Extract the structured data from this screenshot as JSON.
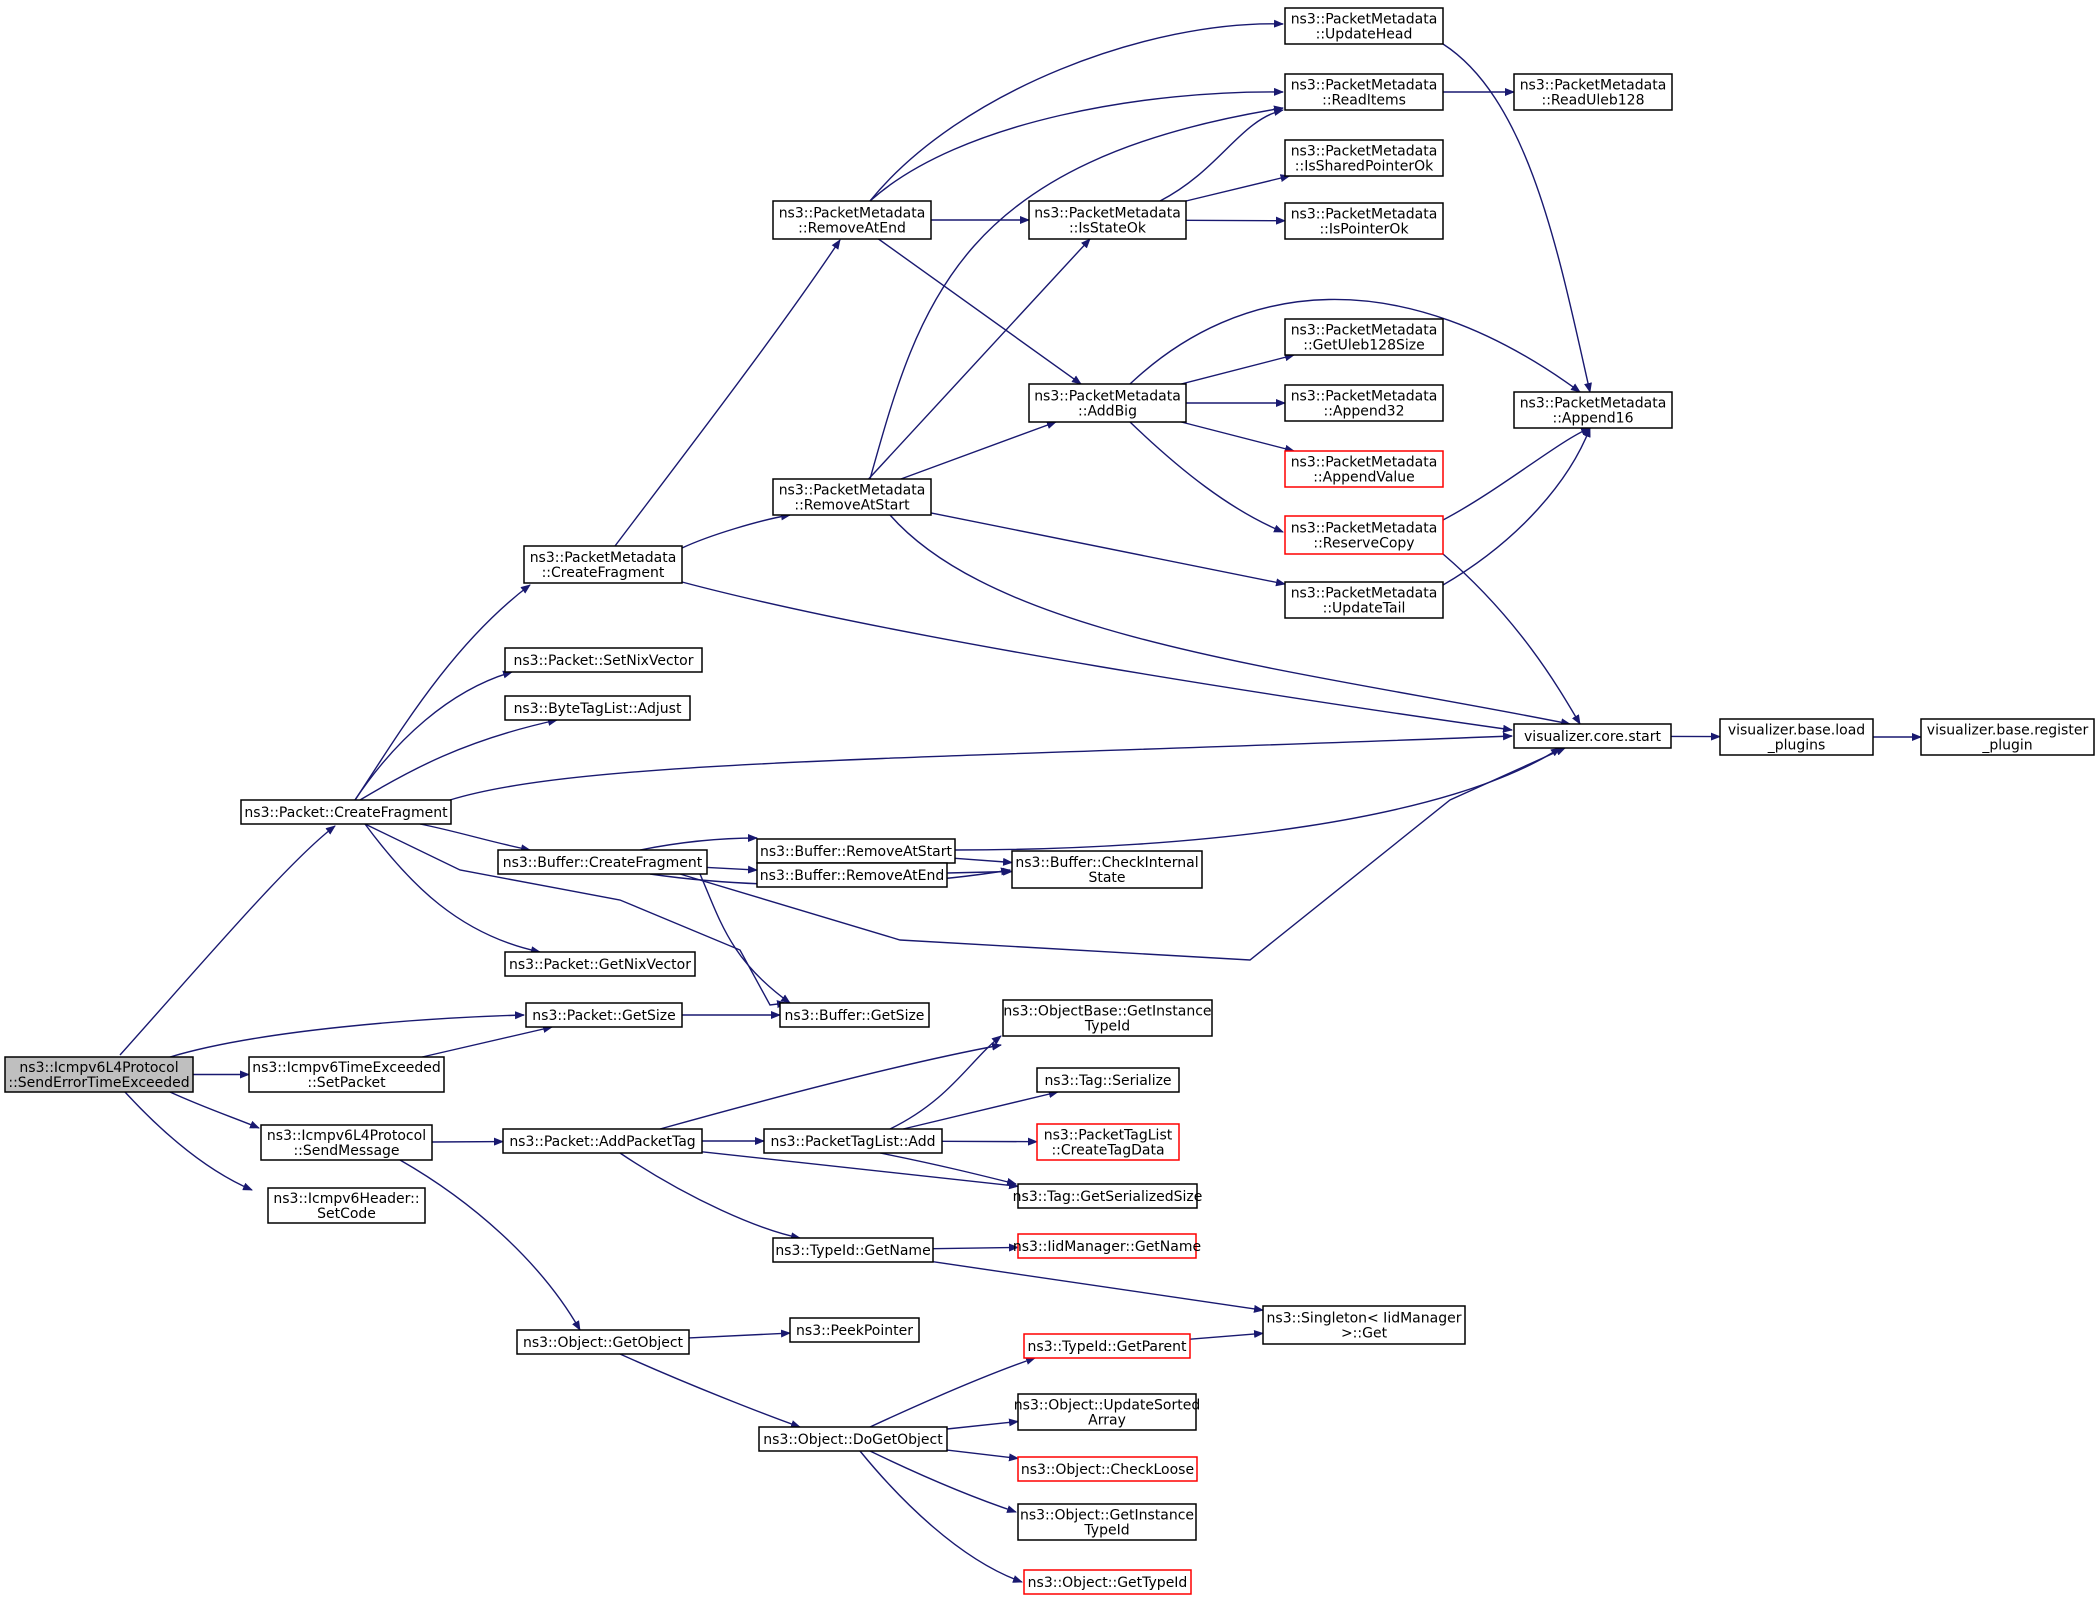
{
  "graph": {
    "edge_color": "#191970",
    "root_fill": "#bfbfbf",
    "truncated_border_color": "#ff0000",
    "nodes": [
      {
        "id": "root",
        "lines": [
          "ns3::Icmpv6L4Protocol",
          "::SendErrorTimeExceeded"
        ],
        "style": "root"
      },
      {
        "id": "pkt_createfrag",
        "lines": [
          "ns3::Packet::CreateFragment"
        ]
      },
      {
        "id": "pkt_getsize",
        "lines": [
          "ns3::Packet::GetSize"
        ]
      },
      {
        "id": "te_setpacket",
        "lines": [
          "ns3::Icmpv6TimeExceeded",
          "::SetPacket"
        ]
      },
      {
        "id": "sendmessage",
        "lines": [
          "ns3::Icmpv6L4Protocol",
          "::SendMessage"
        ]
      },
      {
        "id": "setcode",
        "lines": [
          "ns3::Icmpv6Header::",
          "SetCode"
        ]
      },
      {
        "id": "pm_createfrag",
        "lines": [
          "ns3::PacketMetadata",
          "::CreateFragment"
        ]
      },
      {
        "id": "setnix",
        "lines": [
          "ns3::Packet::SetNixVector"
        ]
      },
      {
        "id": "btl_adjust",
        "lines": [
          "ns3::ByteTagList::Adjust"
        ]
      },
      {
        "id": "buf_createfrag",
        "lines": [
          "ns3::Buffer::CreateFragment"
        ]
      },
      {
        "id": "getnix",
        "lines": [
          "ns3::Packet::GetNixVector"
        ]
      },
      {
        "id": "buf_getsize",
        "lines": [
          "ns3::Buffer::GetSize"
        ]
      },
      {
        "id": "addpackettag",
        "lines": [
          "ns3::Packet::AddPacketTag"
        ]
      },
      {
        "id": "getobject",
        "lines": [
          "ns3::Object::GetObject"
        ]
      },
      {
        "id": "removeatend_pm",
        "lines": [
          "ns3::PacketMetadata",
          "::RemoveAtEnd"
        ]
      },
      {
        "id": "removeatstart_pm",
        "lines": [
          "ns3::PacketMetadata",
          "::RemoveAtStart"
        ]
      },
      {
        "id": "buf_removeatstart",
        "lines": [
          "ns3::Buffer::RemoveAtStart"
        ]
      },
      {
        "id": "buf_removeatend",
        "lines": [
          "ns3::Buffer::RemoveAtEnd"
        ]
      },
      {
        "id": "ptl_add",
        "lines": [
          "ns3::PacketTagList::Add"
        ]
      },
      {
        "id": "typeid_getname",
        "lines": [
          "ns3::TypeId::GetName"
        ]
      },
      {
        "id": "peekpointer",
        "lines": [
          "ns3::PeekPointer"
        ]
      },
      {
        "id": "dogetobject",
        "lines": [
          "ns3::Object::DoGetObject"
        ]
      },
      {
        "id": "isstateok",
        "lines": [
          "ns3::PacketMetadata",
          "::IsStateOk"
        ]
      },
      {
        "id": "addbig",
        "lines": [
          "ns3::PacketMetadata",
          "::AddBig"
        ]
      },
      {
        "id": "buf_checkinternal",
        "lines": [
          "ns3::Buffer::CheckInternal",
          "State"
        ]
      },
      {
        "id": "ob_getinstance",
        "lines": [
          "ns3::ObjectBase::GetInstance",
          "TypeId"
        ]
      },
      {
        "id": "tag_serialize",
        "lines": [
          "ns3::Tag::Serialize"
        ]
      },
      {
        "id": "ptl_createtagdata",
        "lines": [
          "ns3::PacketTagList",
          "::CreateTagData"
        ],
        "style": "truncated"
      },
      {
        "id": "tag_getsersize",
        "lines": [
          "ns3::Tag::GetSerializedSize"
        ]
      },
      {
        "id": "iid_getname",
        "lines": [
          "ns3::IidManager::GetName"
        ],
        "style": "truncated"
      },
      {
        "id": "typeid_getparent",
        "lines": [
          "ns3::TypeId::GetParent"
        ],
        "style": "truncated"
      },
      {
        "id": "obj_updatesorted",
        "lines": [
          "ns3::Object::UpdateSorted",
          "Array"
        ]
      },
      {
        "id": "obj_checkloose",
        "lines": [
          "ns3::Object::CheckLoose"
        ],
        "style": "truncated"
      },
      {
        "id": "obj_getinstance",
        "lines": [
          "ns3::Object::GetInstance",
          "TypeId"
        ]
      },
      {
        "id": "obj_gettypeid",
        "lines": [
          "ns3::Object::GetTypeId"
        ],
        "style": "truncated"
      },
      {
        "id": "updatehead",
        "lines": [
          "ns3::PacketMetadata",
          "::UpdateHead"
        ]
      },
      {
        "id": "readitems",
        "lines": [
          "ns3::PacketMetadata",
          "::ReadItems"
        ]
      },
      {
        "id": "issharedpointerok",
        "lines": [
          "ns3::PacketMetadata",
          "::IsSharedPointerOk"
        ]
      },
      {
        "id": "ispointerok",
        "lines": [
          "ns3::PacketMetadata",
          "::IsPointerOk"
        ]
      },
      {
        "id": "getuleb128size",
        "lines": [
          "ns3::PacketMetadata",
          "::GetUleb128Size"
        ]
      },
      {
        "id": "append32",
        "lines": [
          "ns3::PacketMetadata",
          "::Append32"
        ]
      },
      {
        "id": "appendvalue",
        "lines": [
          "ns3::PacketMetadata",
          "::AppendValue"
        ],
        "style": "truncated"
      },
      {
        "id": "reservecopy",
        "lines": [
          "ns3::PacketMetadata",
          "::ReserveCopy"
        ],
        "style": "truncated"
      },
      {
        "id": "updatetail",
        "lines": [
          "ns3::PacketMetadata",
          "::UpdateTail"
        ]
      },
      {
        "id": "singleton_get",
        "lines": [
          "ns3::Singleton< IidManager",
          " >::Get"
        ]
      },
      {
        "id": "readuleb128",
        "lines": [
          "ns3::PacketMetadata",
          "::ReadUleb128"
        ]
      },
      {
        "id": "append16",
        "lines": [
          "ns3::PacketMetadata",
          "::Append16"
        ]
      },
      {
        "id": "vis_core_start",
        "lines": [
          "visualizer.core.start"
        ]
      },
      {
        "id": "vis_load_plugins",
        "lines": [
          "visualizer.base.load",
          "_plugins"
        ]
      },
      {
        "id": "vis_register_plugin",
        "lines": [
          "visualizer.base.register",
          "_plugin"
        ]
      }
    ],
    "edges": [
      {
        "from": "root",
        "to": "pkt_createfrag"
      },
      {
        "from": "root",
        "to": "pkt_getsize"
      },
      {
        "from": "root",
        "to": "te_setpacket"
      },
      {
        "from": "root",
        "to": "sendmessage"
      },
      {
        "from": "root",
        "to": "setcode"
      },
      {
        "from": "pkt_createfrag",
        "to": "pm_createfrag"
      },
      {
        "from": "pkt_createfrag",
        "to": "setnix"
      },
      {
        "from": "pkt_createfrag",
        "to": "btl_adjust"
      },
      {
        "from": "pkt_createfrag",
        "to": "vis_core_start"
      },
      {
        "from": "pkt_createfrag",
        "to": "buf_createfrag"
      },
      {
        "from": "pkt_createfrag",
        "to": "getnix"
      },
      {
        "from": "pkt_createfrag",
        "to": "buf_getsize"
      },
      {
        "from": "pkt_getsize",
        "to": "buf_getsize"
      },
      {
        "from": "te_setpacket",
        "to": "pkt_getsize"
      },
      {
        "from": "sendmessage",
        "to": "addpackettag"
      },
      {
        "from": "sendmessage",
        "to": "getobject"
      },
      {
        "from": "pm_createfrag",
        "to": "removeatend_pm"
      },
      {
        "from": "pm_createfrag",
        "to": "removeatstart_pm"
      },
      {
        "from": "pm_createfrag",
        "to": "vis_core_start"
      },
      {
        "from": "buf_createfrag",
        "to": "buf_removeatstart"
      },
      {
        "from": "buf_createfrag",
        "to": "buf_removeatend"
      },
      {
        "from": "buf_createfrag",
        "to": "buf_checkinternal"
      },
      {
        "from": "buf_createfrag",
        "to": "vis_core_start"
      },
      {
        "from": "buf_createfrag",
        "to": "buf_getsize"
      },
      {
        "from": "removeatend_pm",
        "to": "updatehead"
      },
      {
        "from": "removeatend_pm",
        "to": "readitems"
      },
      {
        "from": "removeatend_pm",
        "to": "isstateok"
      },
      {
        "from": "removeatend_pm",
        "to": "addbig"
      },
      {
        "from": "removeatstart_pm",
        "to": "readitems"
      },
      {
        "from": "removeatstart_pm",
        "to": "isstateok"
      },
      {
        "from": "removeatstart_pm",
        "to": "addbig"
      },
      {
        "from": "removeatstart_pm",
        "to": "updatetail"
      },
      {
        "from": "removeatstart_pm",
        "to": "vis_core_start"
      },
      {
        "from": "buf_removeatstart",
        "to": "vis_core_start"
      },
      {
        "from": "buf_removeatstart",
        "to": "buf_checkinternal"
      },
      {
        "from": "buf_removeatend",
        "to": "buf_checkinternal"
      },
      {
        "from": "isstateok",
        "to": "readitems"
      },
      {
        "from": "isstateok",
        "to": "issharedpointerok"
      },
      {
        "from": "isstateok",
        "to": "ispointerok"
      },
      {
        "from": "addbig",
        "to": "append16"
      },
      {
        "from": "addbig",
        "to": "getuleb128size"
      },
      {
        "from": "addbig",
        "to": "append32"
      },
      {
        "from": "addbig",
        "to": "appendvalue"
      },
      {
        "from": "addbig",
        "to": "reservecopy"
      },
      {
        "from": "readitems",
        "to": "readuleb128"
      },
      {
        "from": "updatehead",
        "to": "append16"
      },
      {
        "from": "reservecopy",
        "to": "append16"
      },
      {
        "from": "reservecopy",
        "to": "vis_core_start"
      },
      {
        "from": "updatetail",
        "to": "append16"
      },
      {
        "from": "vis_core_start",
        "to": "vis_load_plugins"
      },
      {
        "from": "vis_load_plugins",
        "to": "vis_register_plugin"
      },
      {
        "from": "addpackettag",
        "to": "ob_getinstance"
      },
      {
        "from": "addpackettag",
        "to": "ptl_add"
      },
      {
        "from": "addpackettag",
        "to": "tag_getsersize"
      },
      {
        "from": "addpackettag",
        "to": "typeid_getname"
      },
      {
        "from": "ptl_add",
        "to": "ob_getinstance"
      },
      {
        "from": "ptl_add",
        "to": "tag_serialize"
      },
      {
        "from": "ptl_add",
        "to": "ptl_createtagdata"
      },
      {
        "from": "ptl_add",
        "to": "tag_getsersize"
      },
      {
        "from": "typeid_getname",
        "to": "iid_getname"
      },
      {
        "from": "typeid_getname",
        "to": "singleton_get"
      },
      {
        "from": "getobject",
        "to": "peekpointer"
      },
      {
        "from": "getobject",
        "to": "dogetobject"
      },
      {
        "from": "dogetobject",
        "to": "typeid_getparent"
      },
      {
        "from": "dogetobject",
        "to": "obj_updatesorted"
      },
      {
        "from": "dogetobject",
        "to": "obj_checkloose"
      },
      {
        "from": "dogetobject",
        "to": "obj_getinstance"
      },
      {
        "from": "dogetobject",
        "to": "obj_gettypeid"
      },
      {
        "from": "typeid_getparent",
        "to": "singleton_get"
      }
    ]
  }
}
